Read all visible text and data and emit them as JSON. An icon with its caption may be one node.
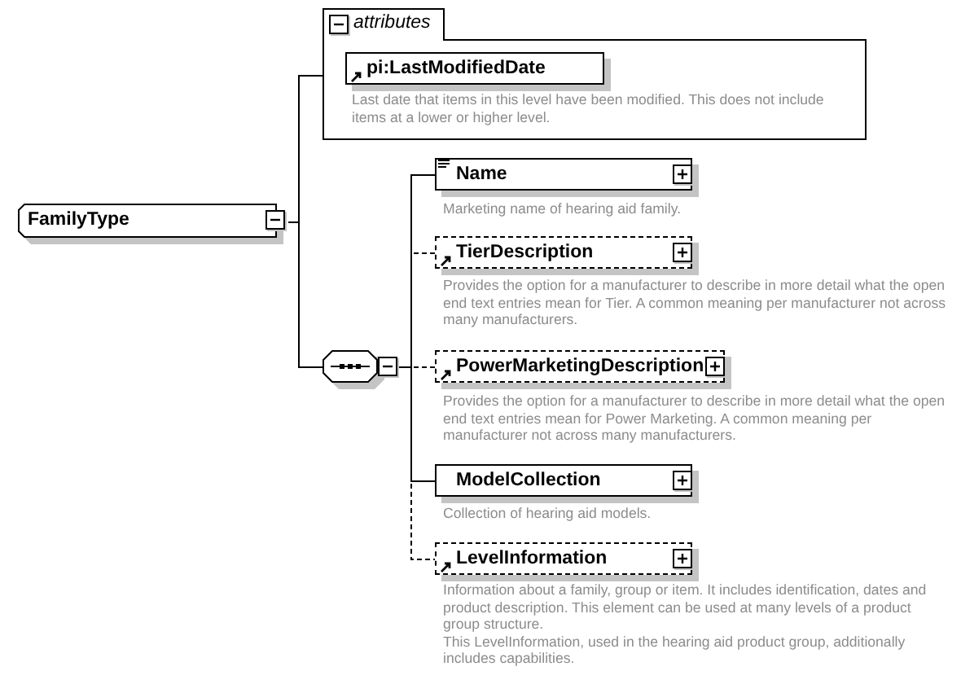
{
  "diagram": {
    "nodes": [
      {
        "text": [
          "FamilyType"
        ]
      },
      {
        "text": [
          "attributes"
        ]
      },
      {
        "text": [
          "pi:LastModifiedDate"
        ],
        "in": 1,
        "beside": [
          "Last date that items in this level have been modified. This does not include items at a lower or higher level."
        ]
      },
      {
        "text": [],
        "shape": "octagon"
      },
      {
        "text": [
          "Name"
        ],
        "beside": [
          "Marketing name of hearing aid family."
        ]
      },
      {
        "text": [
          "TierDescription"
        ],
        "beside": [
          "Provides the option for a manufacturer to describe in more detail what the open end text entries mean for Tier. A common meaning per manufacturer not across many manufacturers."
        ]
      },
      {
        "text": [
          "PowerMarketingDescription"
        ],
        "beside": [
          "Provides the option for a manufacturer to describe in more detail what the open end text entries mean for Power Marketing. A common meaning per manufacturer not across many manufacturers."
        ]
      },
      {
        "text": [
          "ModelCollection"
        ],
        "beside": [
          "Collection of hearing aid models."
        ]
      },
      {
        "text": [
          "LevelInformation"
        ],
        "beside": [
          "Information about a family, group or item. It includes identification, dates and product description. This element can be used at many levels of a product group structure.",
          "This LevelInformation, used in the hearing aid product group, additionally includes capabilities."
        ]
      }
    ],
    "edges": [
      {
        "from": 0,
        "to": 1,
        "arrow": "none"
      },
      {
        "from": 0,
        "to": 3,
        "arrow": "none"
      },
      {
        "from": 3,
        "to": 4,
        "arrow": "none"
      },
      {
        "from": 3,
        "to": 5,
        "arrow": "none",
        "style": "dashed"
      },
      {
        "from": 3,
        "to": 6,
        "arrow": "none",
        "style": "dashed"
      },
      {
        "from": 3,
        "to": 7,
        "arrow": "none"
      },
      {
        "from": 3,
        "to": 8,
        "arrow": "none",
        "style": "dashed"
      }
    ]
  }
}
